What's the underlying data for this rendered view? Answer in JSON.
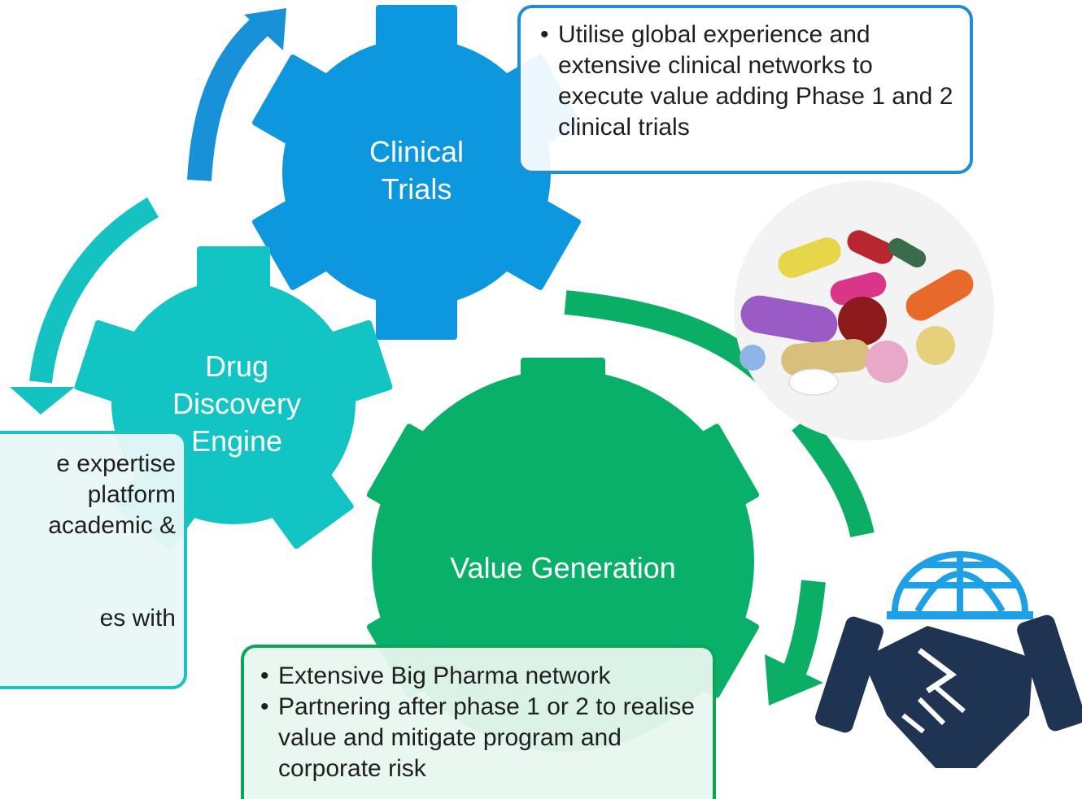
{
  "gears": {
    "clinical": {
      "label_line1": "Clinical",
      "label_line2": "Trials",
      "color": "#0c97df"
    },
    "discovery": {
      "label_line1": "Drug",
      "label_line2": "Discovery",
      "label_line3": "Engine",
      "color": "#13c4c4"
    },
    "value": {
      "label": "Value Generation",
      "color": "#08b06a"
    }
  },
  "boxes": {
    "clinical": {
      "bullets": [
        "Utilise global experience and extensive clinical networks to execute value adding Phase 1 and 2 clinical trials"
      ],
      "border_color": "#1e8fd6"
    },
    "discovery": {
      "lines": [
        "e expertise",
        "platform",
        "academic &",
        "",
        "es with"
      ],
      "border_color": "#1cc1c0"
    },
    "value": {
      "bullets": [
        "Extensive Big Pharma network",
        "Partnering after phase 1 or 2 to realise value and mitigate program and corporate risk"
      ],
      "border_color": "#0aa65a"
    }
  },
  "icons": {
    "pills": "pills-photo",
    "handshake": "globe-handshake-icon"
  }
}
